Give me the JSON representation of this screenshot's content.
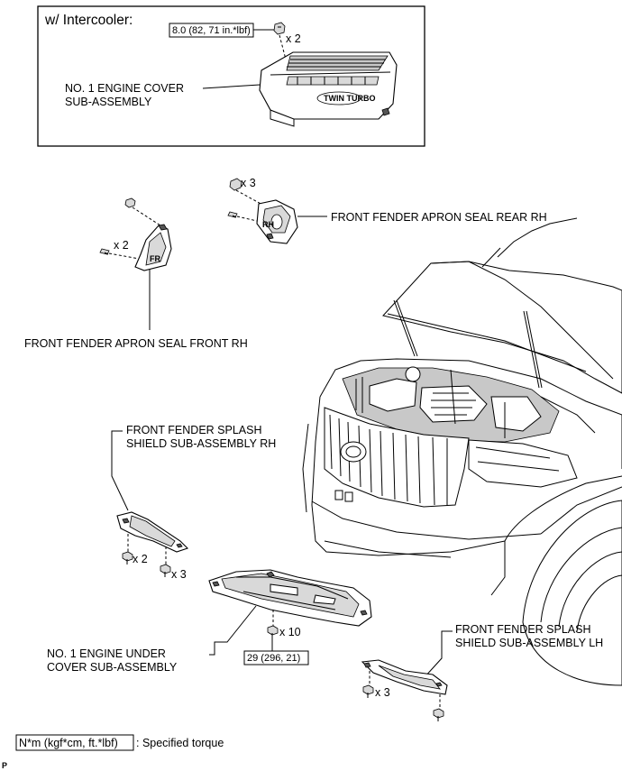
{
  "inset": {
    "title": "w/ Intercooler:",
    "torque": "8.0 (82, 71 in.*lbf)",
    "qty": "x 2",
    "part_name_line1": "NO. 1 ENGINE COVER",
    "part_name_line2": "SUB-ASSEMBLY",
    "cover_emblem": "TWIN TURBO"
  },
  "apron_rear": {
    "label": "FRONT FENDER APRON SEAL REAR RH",
    "qty": "x 3"
  },
  "apron_front": {
    "label": "FRONT FENDER APRON SEAL FRONT RH",
    "qty": "x 2",
    "mark": "FR"
  },
  "splash_rh": {
    "label_line1": "FRONT FENDER SPLASH",
    "label_line2": "SHIELD SUB-ASSEMBLY RH",
    "qty_a": "x 2",
    "qty_b": "x 3"
  },
  "under_cover": {
    "label_line1": "NO. 1 ENGINE UNDER",
    "label_line2": "COVER SUB-ASSEMBLY",
    "qty": "x 10",
    "torque": "29 (296, 21)"
  },
  "splash_lh": {
    "label_line1": "FRONT FENDER SPLASH",
    "label_line2": "SHIELD SUB-ASSEMBLY LH",
    "qty": "x 3"
  },
  "legend": {
    "box": "N*m (kgf*cm, ft.*lbf)",
    "text": ": Specified torque"
  },
  "corner_code": "P"
}
